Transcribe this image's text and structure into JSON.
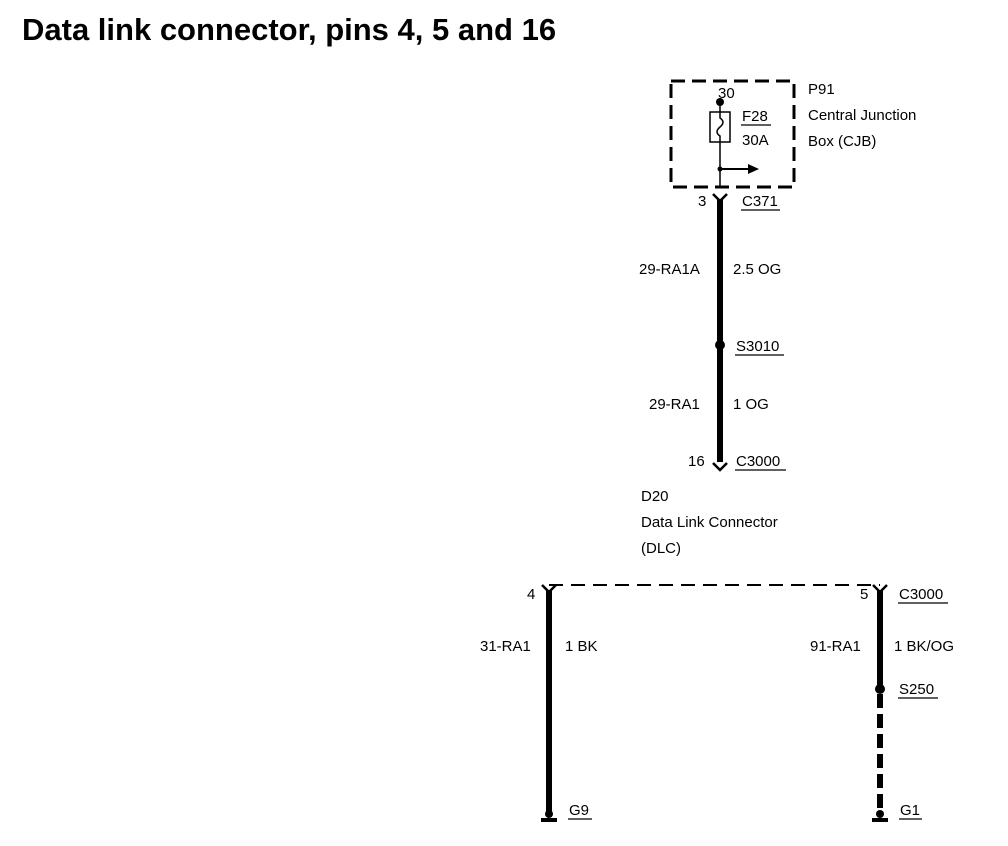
{
  "title": "Data link connector, pins 4, 5 and 16",
  "cjb": {
    "ref": "P91",
    "name_line1": "Central Junction",
    "name_line2": "Box (CJB)",
    "feed": "30",
    "fuse": "F28",
    "fuse_rating": "30A",
    "pin": "3",
    "connector": "C371"
  },
  "upper_wire": {
    "circuit": "29-RA1A",
    "spec": "2.5 OG",
    "splice": "S3010"
  },
  "lower_wire": {
    "circuit": "29-RA1",
    "spec": "1 OG",
    "pin": "16",
    "connector": "C3000"
  },
  "dlc": {
    "ref": "D20",
    "name_line1": "Data Link Connector",
    "name_line2": "(DLC)"
  },
  "left_branch": {
    "pin": "4",
    "circuit": "31-RA1",
    "spec": "1 BK",
    "ground": "G9"
  },
  "right_branch": {
    "pin": "5",
    "connector": "C3000",
    "circuit": "91-RA1",
    "spec": "1 BK/OG",
    "splice": "S250",
    "ground": "G1"
  }
}
